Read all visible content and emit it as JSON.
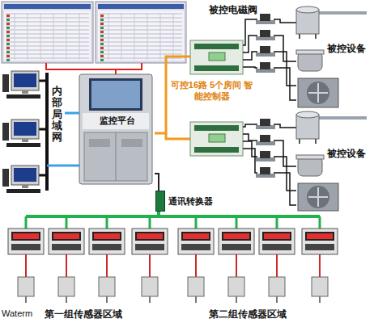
{
  "diagram": {
    "nodes": [
      {
        "text": [
          "内部局域网"
        ]
      },
      {
        "text": [
          "监控平台"
        ]
      },
      {
        "text": [
          "可控16路 5个房间 智能控制器"
        ]
      },
      {
        "text": [
          "通讯转换器"
        ]
      }
    ],
    "edges": [
      {
        "from": 0,
        "to": 1,
        "arrow": "none"
      },
      {
        "from": 1,
        "to": 2,
        "arrow": "none"
      },
      {
        "from": 1,
        "to": 3,
        "arrow": "none"
      }
    ],
    "labels": [
      "被控电磁阀",
      "被控设备",
      "被控设备",
      "第一组传感器区域",
      "第二组传感器区域",
      "Waterm"
    ]
  }
}
